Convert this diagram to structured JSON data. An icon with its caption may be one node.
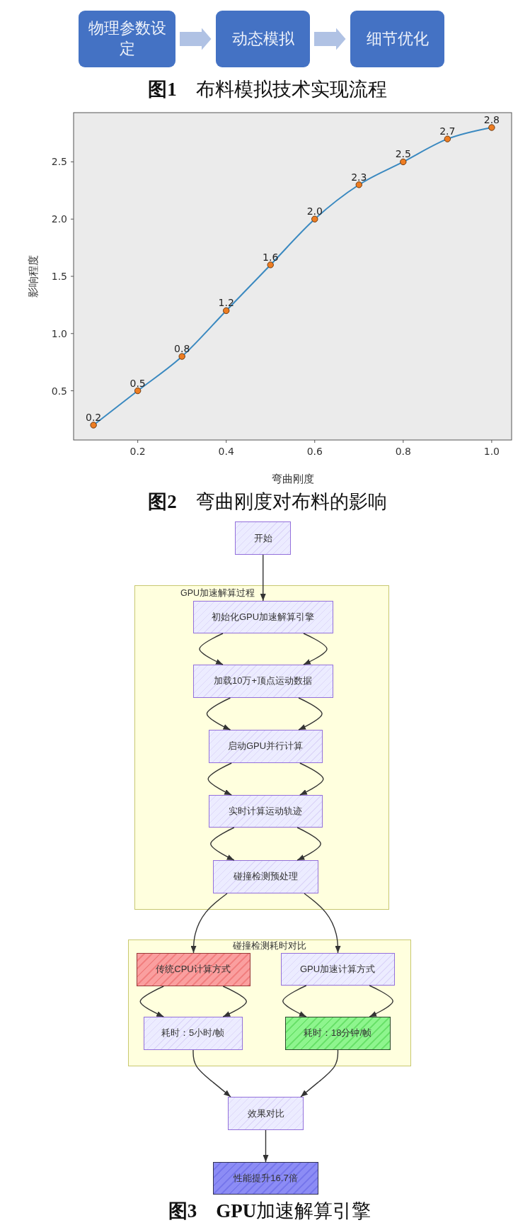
{
  "diagram": {
    "nodes": [
      {
        "text": [
          "物理参数设定"
        ]
      },
      {
        "text": [
          "动态模拟"
        ]
      },
      {
        "text": [
          "细节优化"
        ]
      },
      {
        "text": [
          "开始"
        ]
      },
      {
        "text": [
          "GPU加速解算过程"
        ]
      },
      {
        "text": [
          "初始化GPU加速解算引擎"
        ],
        "in": 4
      },
      {
        "text": [
          "加载10万+顶点运动数据"
        ],
        "in": 4
      },
      {
        "text": [
          "启动GPU并行计算"
        ],
        "in": 4
      },
      {
        "text": [
          "实时计算运动轨迹"
        ],
        "in": 4
      },
      {
        "text": [
          "碰撞检测预处理"
        ],
        "in": 4
      },
      {
        "text": [
          "碰撞检测耗时对比"
        ]
      },
      {
        "text": [
          "传统CPU计算方式"
        ],
        "in": 10
      },
      {
        "text": [
          "GPU加速计算方式"
        ],
        "in": 10
      },
      {
        "text": [
          "耗时：5小时/帧"
        ],
        "in": 10
      },
      {
        "text": [
          "耗时：18分钟/帧"
        ],
        "in": 10
      },
      {
        "text": [
          "效果对比"
        ]
      },
      {
        "text": [
          "性能提升16.7倍"
        ]
      }
    ],
    "edges": [
      {
        "from": 0,
        "to": 1,
        "arrow": "to",
        "style": "thick",
        "color": "#b0c2e4"
      },
      {
        "from": 1,
        "to": 2,
        "arrow": "to",
        "style": "thick",
        "color": "#b0c2e4"
      },
      {
        "from": 3,
        "to": 5,
        "arrow": "to"
      },
      {
        "from": 5,
        "to": 6,
        "arrow": "to"
      },
      {
        "from": 5,
        "to": 6,
        "arrow": "to"
      },
      {
        "from": 6,
        "to": 7,
        "arrow": "to"
      },
      {
        "from": 6,
        "to": 7,
        "arrow": "to"
      },
      {
        "from": 7,
        "to": 8,
        "arrow": "to"
      },
      {
        "from": 7,
        "to": 8,
        "arrow": "to"
      },
      {
        "from": 8,
        "to": 9,
        "arrow": "to"
      },
      {
        "from": 8,
        "to": 9,
        "arrow": "to"
      },
      {
        "from": 9,
        "to": 11,
        "arrow": "to"
      },
      {
        "from": 9,
        "to": 12,
        "arrow": "to"
      },
      {
        "from": 11,
        "to": 13,
        "arrow": "to"
      },
      {
        "from": 11,
        "to": 13,
        "arrow": "to"
      },
      {
        "from": 12,
        "to": 14,
        "arrow": "to"
      },
      {
        "from": 12,
        "to": 14,
        "arrow": "to"
      },
      {
        "from": 13,
        "to": 15,
        "arrow": "to"
      },
      {
        "from": 14,
        "to": 15,
        "arrow": "to"
      },
      {
        "from": 15,
        "to": 16,
        "arrow": "to"
      }
    ],
    "labels": [
      "**图1**　布料模拟技术实现流程",
      "**图2**　弯曲刚度对布料的影响",
      "**图3**　**GPU**加速解算引擎"
    ],
    "chart_data": {
      "type": "line",
      "xlabel": "弯曲刚度",
      "ylabel": "影响程度",
      "x": [
        0.1,
        0.2,
        0.3,
        0.4,
        0.5,
        0.6,
        0.7,
        0.8,
        0.9,
        1.0
      ],
      "series": [
        {
          "color": "#3a89c0",
          "marker": "circle",
          "values": [
            0.2,
            0.5,
            0.8,
            1.2,
            1.6,
            2.0,
            2.3,
            2.5,
            2.7,
            2.8
          ]
        }
      ],
      "xlim": [
        0.055,
        1.045
      ],
      "ylim": [
        0.07,
        2.93
      ],
      "xticks": [
        0.2,
        0.4,
        0.6,
        0.8,
        {
          "value": 1.0,
          "label": "1.0"
        }
      ],
      "yticks": [
        0.5,
        {
          "value": 1.0,
          "label": "1.0"
        },
        1.5,
        {
          "value": 2.0,
          "label": "2.0"
        },
        2.5
      ],
      "value_labels": [
        "0.2",
        "0.5",
        "0.8",
        "1.2",
        "1.6",
        "2.0",
        "2.3",
        "2.5",
        "2.7",
        "2.8"
      ]
    }
  }
}
